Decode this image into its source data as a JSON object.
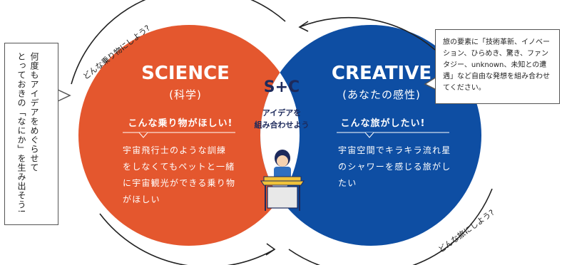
{
  "left_note": {
    "text": "何度もアイデアをめぐらせて\nとっておきの「なにか」を生み出そう!"
  },
  "right_note": {
    "text": "旅の要素に「技術革新、イノベーション、ひらめき、驚き、ファンタジー、unknown、未知との遭遇」など自由な発想を組み合わせてください。"
  },
  "arc_labels": {
    "top": "どんな乗り物にしよう?",
    "bottom": "どんな旅にしよう?"
  },
  "science": {
    "title": "SCIENCE",
    "subtitle": "(科学)",
    "want": "こんな乗り物がほしい!",
    "desc_lines": [
      "宇宙飛行士のような訓練",
      "をしなくてもペットと一緒",
      "に宇宙観光ができる乗り物",
      "がほしい"
    ]
  },
  "creative": {
    "title": "CREATIVE",
    "subtitle": "(あなたの感性)",
    "want": "こんな旅がしたい!",
    "desc_lines": [
      "宇宙空間でキラキラ流れ星",
      "のシャワーを感じる旅がし",
      "たい"
    ]
  },
  "center": {
    "title": "S+C",
    "sub_lines": [
      "アイデアを",
      "組み合わせよう"
    ]
  },
  "colors": {
    "science": "#e4572e",
    "creative": "#0e4ea3",
    "center": "#ffffff",
    "ink": "#1d2a5c"
  }
}
